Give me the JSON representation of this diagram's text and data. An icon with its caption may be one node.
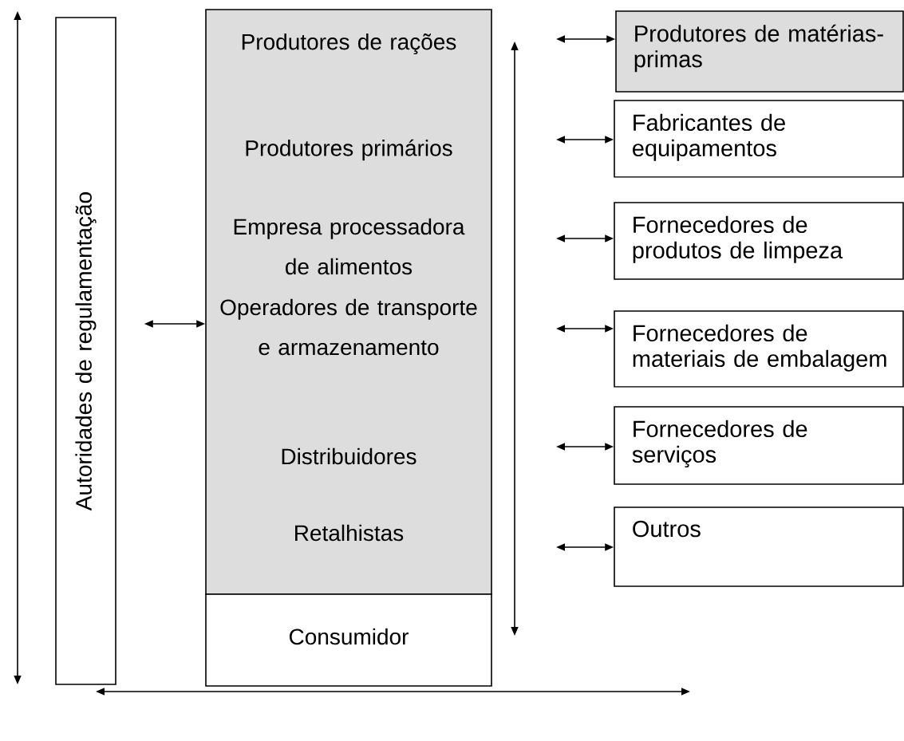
{
  "diagram": {
    "nodes": [
      {
        "text": [
          "Produtores de rações",
          "Produtores primários",
          "Empresa processadora de alimentos",
          "Operadores de transporte e armazenamento",
          "Distribuidores",
          "Retalhistas"
        ]
      },
      {
        "text": [
          "Consumidor"
        ]
      },
      {
        "text": [
          "Autoridades de regulamentação"
        ]
      },
      {
        "text": [
          "Produtores de matérias-primas"
        ]
      },
      {
        "text": [
          "Fabricantes de equipamentos"
        ]
      },
      {
        "text": [
          "Fornecedores de produtos de limpeza"
        ]
      },
      {
        "text": [
          "Fornecedores de materiais de embalagem"
        ]
      },
      {
        "text": [
          "Fornecedores de serviços"
        ]
      },
      {
        "text": [
          "Outros"
        ]
      }
    ],
    "edges": [
      {
        "from": 2,
        "to": 0,
        "arrow": "both"
      },
      {
        "from": null,
        "to": 3,
        "arrow": "both"
      },
      {
        "from": null,
        "to": 4,
        "arrow": "both"
      },
      {
        "from": null,
        "to": 5,
        "arrow": "both"
      },
      {
        "from": null,
        "to": 6,
        "arrow": "both"
      },
      {
        "from": null,
        "to": 7,
        "arrow": "both"
      },
      {
        "from": null,
        "to": 8,
        "arrow": "both"
      }
    ]
  }
}
